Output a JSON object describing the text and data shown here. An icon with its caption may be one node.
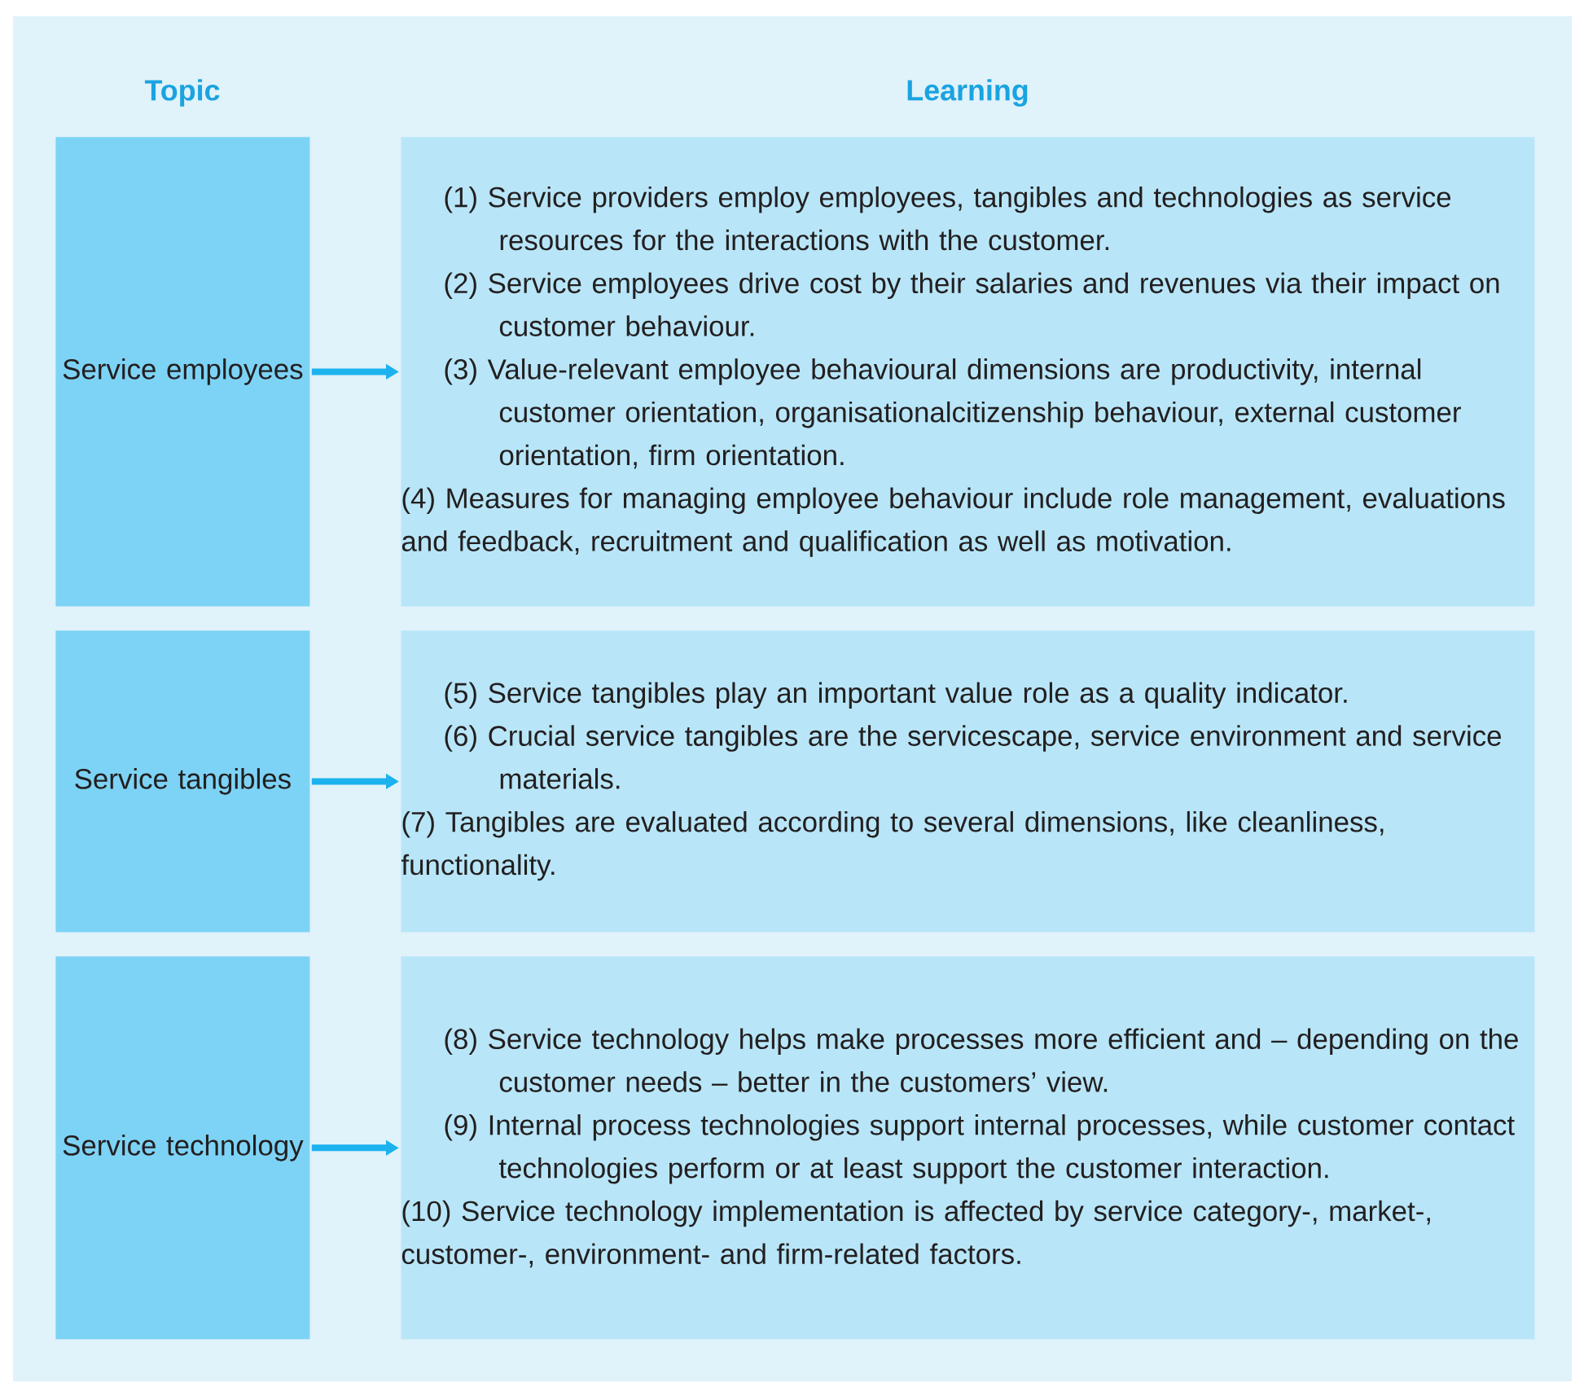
{
  "diagram": {
    "nodes": [
      {
        "text": [
          "Service employees"
        ]
      },
      {
        "text": [
          "(1) Service providers employ employees, tangibles and technologies as service resources for the interactions with the customer.",
          "(2) Service employees drive cost by their salaries and revenues via their impact on customer behaviour.",
          "(3) Value-relevant employee behavioural dimensions are productivity, internal customer orientation, organisationalcitizenship behaviour, external customer orientation, firm orientation.",
          "(4) Measures for managing employee behaviour include role management, evaluations and feedback, recruitment and qualification as well as motivation."
        ]
      },
      {
        "text": [
          "Service tangibles"
        ]
      },
      {
        "text": [
          "(5) Service tangibles play an important value role as a quality indicator.",
          "(6) Crucial service tangibles are the servicescape, service environment and service materials.",
          "(7) Tangibles are evaluated according to several dimensions, like cleanliness, functionality."
        ]
      },
      {
        "text": [
          "Service technology"
        ]
      },
      {
        "text": [
          "(8) Service technology helps make processes more efficient and – depending on the customer needs – better in the customers’ view.",
          "(9) Internal process technologies support internal processes, while customer contact technologies perform or at least support the customer interaction.",
          "(10) Service technology implementation is affected by service category-, market-, customer-, environment- and firm-related factors."
        ]
      }
    ],
    "edges": [
      {
        "from": 0,
        "to": 1,
        "arrow": "to"
      },
      {
        "from": 2,
        "to": 3,
        "arrow": "to"
      },
      {
        "from": 4,
        "to": 5,
        "arrow": "to"
      }
    ],
    "labels": [
      "Topic",
      "Learning"
    ]
  }
}
